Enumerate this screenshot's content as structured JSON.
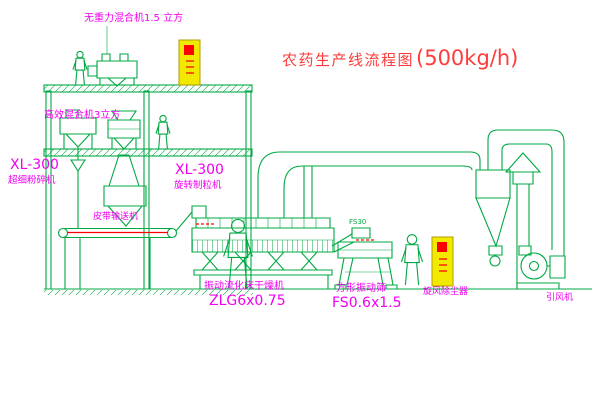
{
  "diagram": {
    "title": {
      "main": "农药生产线流程图",
      "capacity": "(500kg/h)"
    },
    "equipment_labels": {
      "top_mixer": "无重力混合机1.5 立方",
      "floor2_mixer": "高效混合机3立方",
      "pulverizer_model": "XL-300",
      "pulverizer_name": "超细粉碎机",
      "granulator_model": "XL-300",
      "granulator_name": "旋转制粒机",
      "belt_conveyor": "皮带输送机",
      "dryer_name": "振动流化床干燥机",
      "dryer_model": "ZLG6x0.75",
      "sieve_name": "方形振动筛",
      "sieve_model": "FS0.6x1.5",
      "sieve_tag": "FS30",
      "cyclone": "旋风除尘器",
      "fan": "引风机"
    },
    "colors": {
      "line_green": "#00A843",
      "label_magenta": "#F000F0",
      "accent_red": "#FF0000",
      "title_red": "#FF3B3B",
      "cabinet_yellow": "#F2E900",
      "background": "#FFFFFF"
    }
  }
}
